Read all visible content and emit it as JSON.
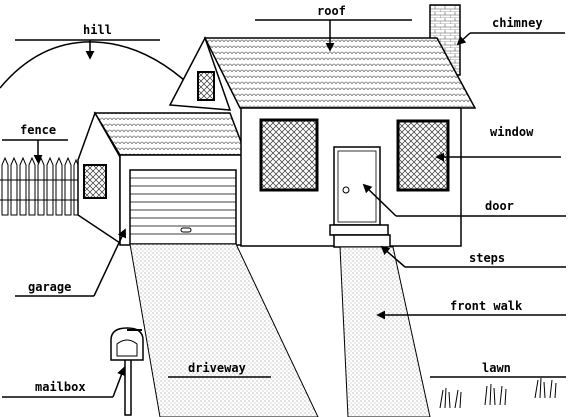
{
  "labels": {
    "hill": "hill",
    "roof": "roof",
    "chimney": "chimney",
    "fence": "fence",
    "window": "window",
    "door": "door",
    "steps": "steps",
    "garage": "garage",
    "front_walk": "front walk",
    "driveway": "driveway",
    "mailbox": "mailbox",
    "lawn": "lawn"
  },
  "colors": {
    "ink": "#000000",
    "background": "#ffffff",
    "texture": "#9a9a9a"
  }
}
